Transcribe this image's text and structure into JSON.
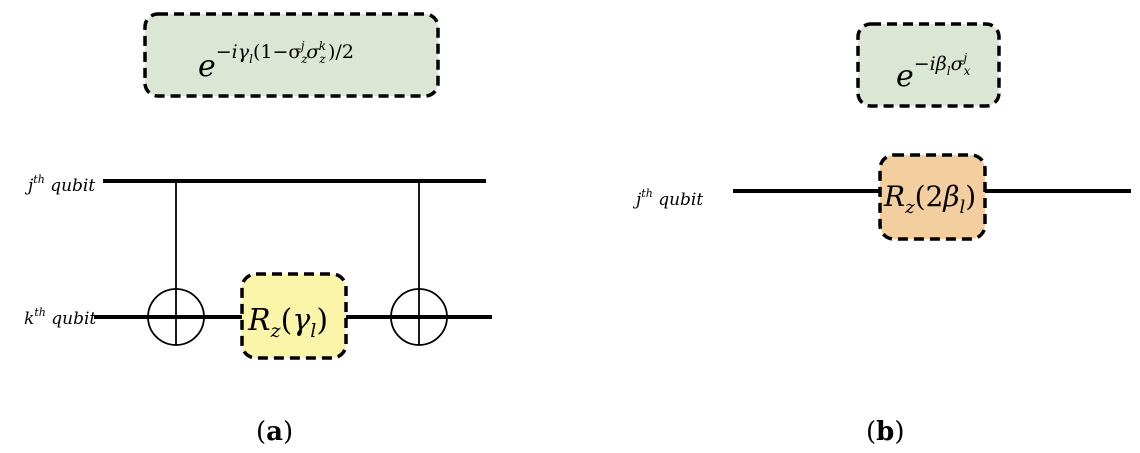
{
  "panel_a": {
    "formula": {
      "base": "e",
      "exp_a": "−iγ",
      "exp_a_sub": "l",
      "exp_b": "(1−σ",
      "sz1_sub": "z",
      "sz1_sup": "j",
      "exp_c": "σ",
      "sz2_sub": "z",
      "sz2_sup": "k",
      "exp_d": ")/2"
    },
    "qubit_j": {
      "letter": "j",
      "sup": "th",
      "word": " qubit"
    },
    "qubit_k": {
      "letter": "k",
      "sup": "th",
      "word": " qubit"
    },
    "gate": {
      "name": "R",
      "sub": "z",
      "open": "(",
      "param": "γ",
      "param_sub": "l",
      "close": ")"
    },
    "caption": {
      "open": "(",
      "letter": "a",
      "close": ")"
    }
  },
  "panel_b": {
    "formula": {
      "base": "e",
      "exp_a": "−iβ",
      "exp_a_sub": "l",
      "exp_b": "σ",
      "sx_sub": "x",
      "sx_sup": "j"
    },
    "qubit_j": {
      "letter": "j",
      "sup": "th",
      "word": " qubit"
    },
    "gate": {
      "name": "R",
      "sub": "z",
      "open": "(2",
      "param": "β",
      "param_sub": "l",
      "close": ")"
    },
    "caption": {
      "open": "(",
      "letter": "b",
      "close": ")"
    }
  },
  "colors": {
    "formula_box_fill": "#dce6d5",
    "gate_a_fill": "#fbf5a9",
    "gate_b_fill": "#f3cf9f",
    "line": "#000000"
  }
}
